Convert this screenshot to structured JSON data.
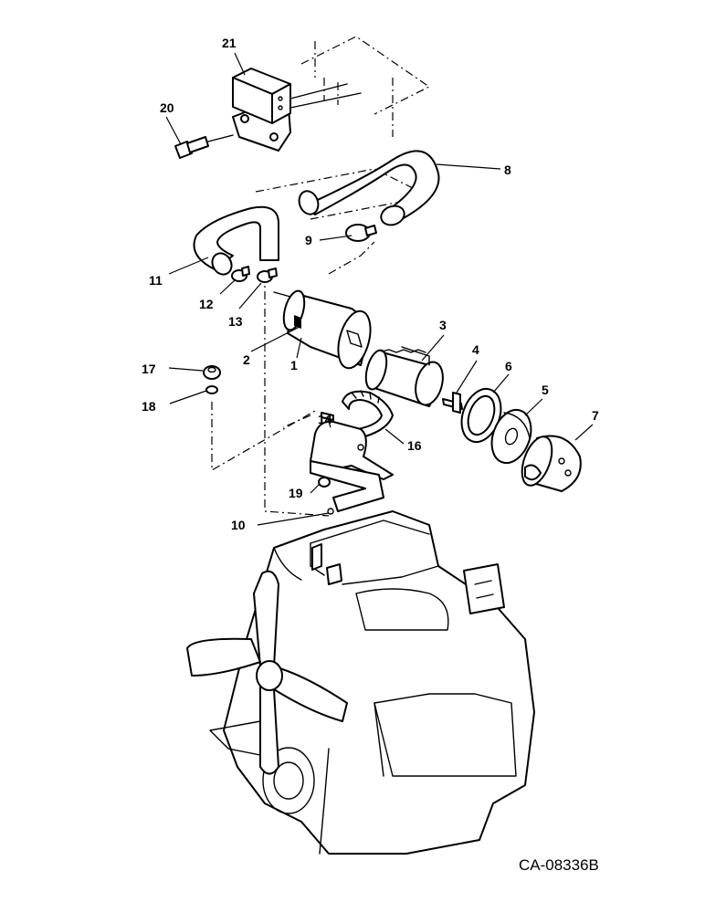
{
  "drawing_number": "CA-08336B",
  "callouts": {
    "c1": "1",
    "c2": "2",
    "c3": "3",
    "c4": "4",
    "c5": "5",
    "c6": "6",
    "c7": "7",
    "c8": "8",
    "c9": "9",
    "c10": "10",
    "c11": "11",
    "c12": "12",
    "c13": "13",
    "c14": "14",
    "c16": "16",
    "c17": "17",
    "c18": "18",
    "c19": "19",
    "c20": "20",
    "c21": "21"
  }
}
